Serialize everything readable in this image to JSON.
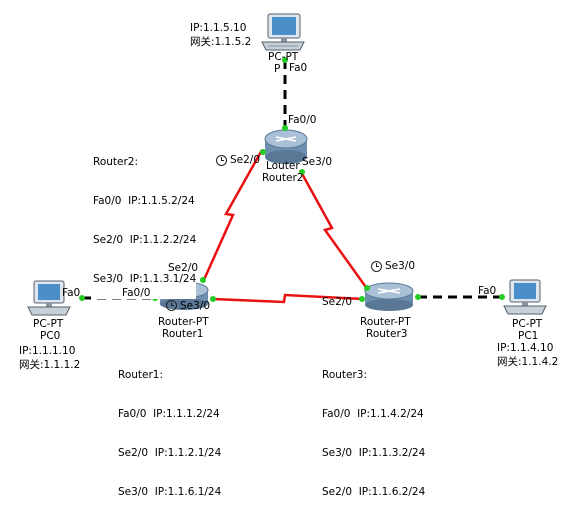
{
  "devices": {
    "pc_top": {
      "type": "PC-PT",
      "name_partial": "P",
      "ip": "IP:1.1.5.10",
      "gw": "网关:1.1.5.2"
    },
    "pc0": {
      "type": "PC-PT",
      "name": "PC0",
      "ip": "IP:1.1.1.10",
      "gw": "网关:1.1.1.2"
    },
    "pc1": {
      "type": "PC-PT",
      "name": "PC1",
      "ip": "IP:1.1.4.10",
      "gw": "网关:1.1.4.2"
    },
    "router1": {
      "type": "Router-PT",
      "name": "Router1"
    },
    "router2": {
      "type_partial": "Louter",
      "name": "Router2"
    },
    "router3": {
      "type": "Router-PT",
      "name": "Router3"
    }
  },
  "port_labels": {
    "pc_top_fa0": "Fa0",
    "r2_fa00": "Fa0/0",
    "r2_se20": "Se2/0",
    "r2_se30": "Se3/0",
    "r1_se20": "Se2/0",
    "r1_fa00": "Fa0/0",
    "r1_se30": "Se3/0",
    "pc0_fa0": "Fa0",
    "r3_se30": "Se3/0",
    "r3_se20": "Se2/0",
    "pc1_fa0": "Fa0"
  },
  "info_boxes": {
    "router2": [
      "Router2:",
      "Fa0/0  IP:1.1.5.2/24",
      "Se2/0  IP:1.1.2.2/24",
      "Se3/0  IP:1.1.3.1/24"
    ],
    "router1": [
      "Router1:",
      "Fa0/0  IP:1.1.1.2/24",
      "Se2/0  IP:1.1.2.1/24",
      "Se3/0  IP:1.1.6.1/24"
    ],
    "router3": [
      "Router3:",
      "Fa0/0  IP:1.1.4.2/24",
      "Se3/0  IP:1.1.3.2/24",
      "Se2/0  IP:1.1.6.2/24"
    ]
  },
  "colors": {
    "serial_link": "#e81010",
    "ethernet_link": "#000000",
    "link_status": "#22cc22",
    "info_bg": "#ffffff"
  }
}
